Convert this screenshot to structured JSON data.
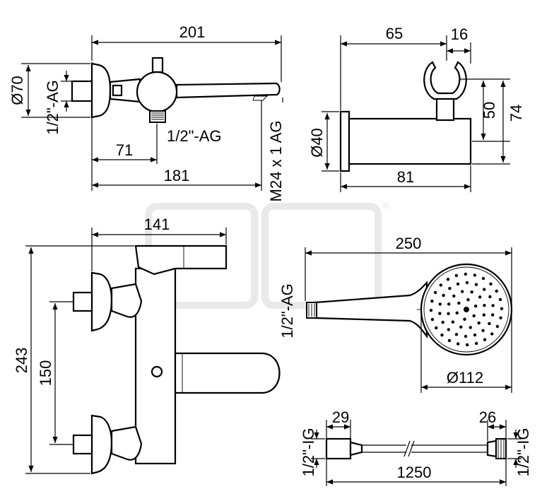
{
  "colors": {
    "stroke": "#000000",
    "background": "#ffffff",
    "watermark": "#e9e9e9"
  },
  "top_left_view": {
    "width_overall": "201",
    "diameter": "Ø70",
    "connection_left": "1/2\"-AG",
    "connection_bottom": "1/2\"-AG",
    "offset": "71",
    "width_body": "181",
    "thread": "M24 x 1 AG"
  },
  "top_right_view": {
    "depth": "65",
    "holder_width": "16",
    "diameter": "Ø40",
    "height_inner": "50",
    "height_outer": "74",
    "length": "81"
  },
  "front_view": {
    "width": "141",
    "height": "243",
    "spacing": "150"
  },
  "hand_shower": {
    "length": "250",
    "connection": "1/2\"-AG",
    "head_diameter": "Ø112"
  },
  "hose": {
    "left_nut": "29",
    "right_nut": "26",
    "left_thread": "1/2\"-IG",
    "right_thread": "1/2\"-IG",
    "length": "1250"
  },
  "watermark": {
    "registered_mark": "®"
  }
}
